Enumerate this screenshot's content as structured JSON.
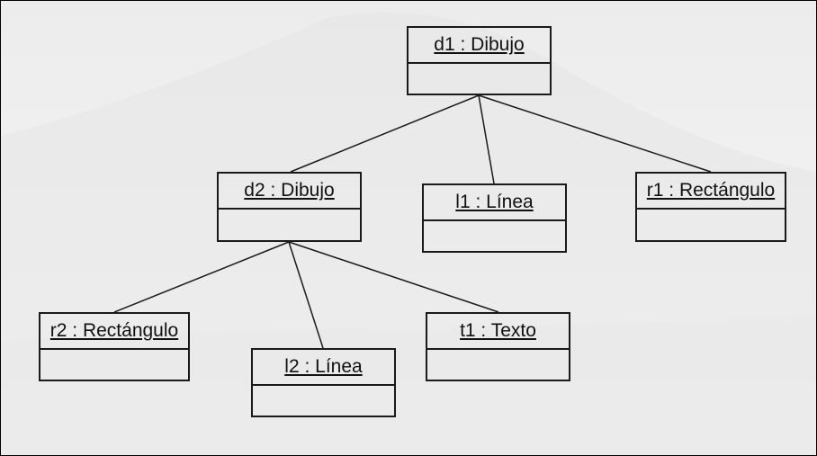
{
  "objects": {
    "d1": "d1 : Dibujo",
    "d2": "d2 : Dibujo",
    "l1": "l1 : Línea",
    "r1": "r1 : Rectángulo",
    "r2": "r2 : Rectángulo",
    "l2": "l2 : Línea",
    "t1": "t1 : Texto"
  },
  "colors": {
    "line": "#1a1a1a",
    "background": "#f2f2f2"
  }
}
